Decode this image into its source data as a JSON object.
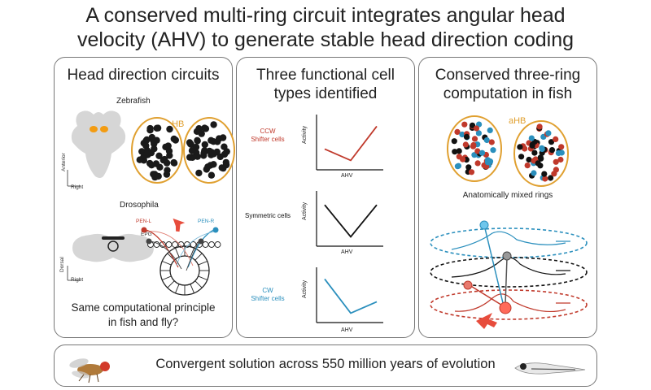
{
  "title": {
    "line1": "A conserved multi-ring circuit integrates angular head",
    "line2": "velocity (AHV) to generate stable head direction coding"
  },
  "panel1": {
    "title": "Head direction circuits",
    "zebrafish_label": "Zebrafish",
    "aHB_label": "aHB",
    "axis_vertical": "Anterior",
    "axis_horizontal": "Right",
    "drosophila_label": "Drosophila",
    "axis_vertical2": "Dorsal",
    "axis_horizontal2": "Right",
    "pen_l": "PEN-L",
    "pen_r": "PEN-R",
    "epg": "EPG",
    "question_line1": "Same computational principle",
    "question_line2": "in fish and fly?"
  },
  "panel2": {
    "title_line1": "Three functional cell",
    "title_line2": "types identified",
    "ccw_line1": "CCW",
    "ccw_line2": "Shifter cells",
    "symmetric": "Symmetric cells",
    "cw_line1": "CW",
    "cw_line2": "Shifter cells",
    "ylabel": "Activity",
    "xlabel": "AHV"
  },
  "panel3": {
    "title_line1": "Conserved three-ring",
    "title_line2": "computation in fish",
    "aHB_label": "aHB",
    "mixed": "Anatomically mixed rings"
  },
  "footer": {
    "text": "Convergent solution across 550 million years of evolution"
  },
  "colors": {
    "ccw": "#c0392b",
    "cw": "#2a8fbd",
    "symmetric": "#111111",
    "aHB": "#e0a030",
    "brain_gray": "#d4d4d4"
  },
  "chart_data": [
    {
      "type": "line",
      "name_ref": "ccw",
      "x": [
        -1,
        0,
        1
      ],
      "values": [
        0.35,
        0.1,
        0.85
      ]
    },
    {
      "type": "line",
      "name_ref": "symmetric",
      "x": [
        -1,
        0,
        1
      ],
      "values": [
        0.8,
        0.1,
        0.8
      ]
    },
    {
      "type": "line",
      "name_ref": "cw",
      "x": [
        -1,
        0,
        1
      ],
      "values": [
        0.85,
        0.1,
        0.35
      ]
    }
  ]
}
